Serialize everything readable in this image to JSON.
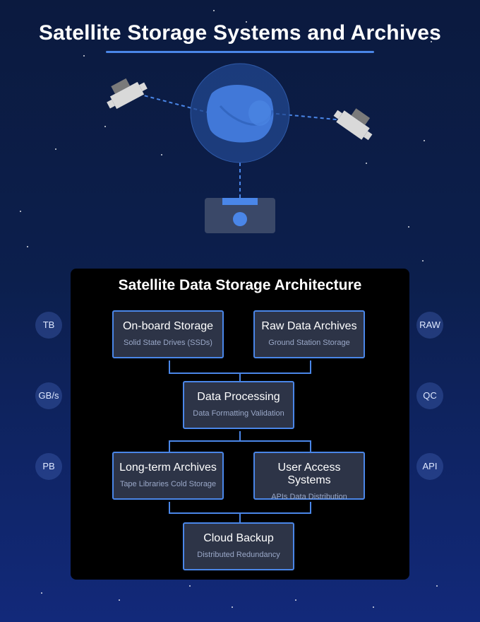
{
  "header": {
    "title": "Satellite Storage Systems and Archives"
  },
  "hero": {
    "icons": [
      "earth-globe-icon",
      "satellite-icon",
      "satellite-icon",
      "ground-station-icon"
    ],
    "colors": {
      "accent": "#4a86e8",
      "globe": "#3f76d6",
      "satellite": "#d9d9d9"
    }
  },
  "panel": {
    "title": "Satellite Data Storage Architecture",
    "nodes": [
      {
        "title": "On-board Storage",
        "subtitle": "Solid State Drives (SSDs)"
      },
      {
        "title": "Raw Data Archives",
        "subtitle": "Ground Station Storage"
      },
      {
        "title": "Data Processing",
        "subtitle": "Data Formatting Validation"
      },
      {
        "title": "Long-term Archives",
        "subtitle": "Tape Libraries Cold Storage"
      },
      {
        "title": "User Access Systems",
        "subtitle": "APIs Data Distribution"
      },
      {
        "title": "Cloud Backup",
        "subtitle": "Distributed Redundancy"
      }
    ],
    "colors": {
      "node_fill": "#2d3447",
      "node_border": "#4a86e8",
      "background": "#000000"
    }
  },
  "side_labels": {
    "left": [
      "TB",
      "GB/s",
      "PB"
    ],
    "right": [
      "RAW",
      "QC",
      "API"
    ]
  }
}
